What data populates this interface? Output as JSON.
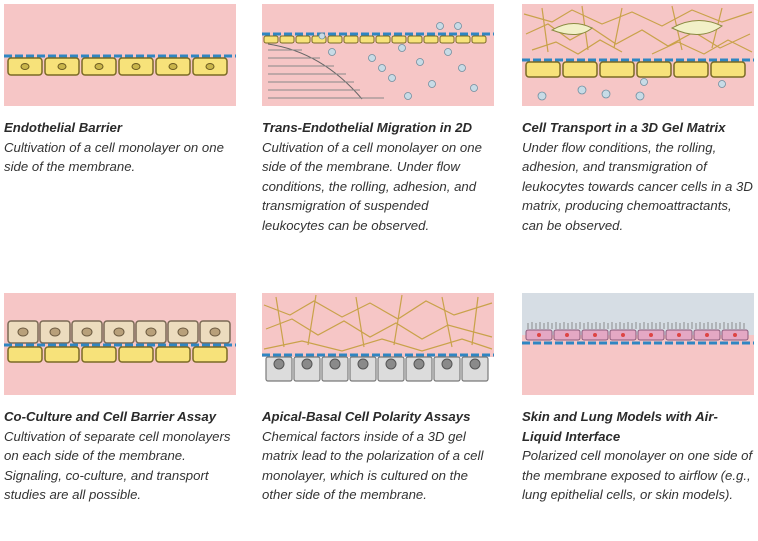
{
  "cards": [
    {
      "title": "Endothelial Barrier",
      "description": "Cultivation of a cell monolayer on one side of the membrane."
    },
    {
      "title": "Trans-Endothelial Migration in 2D",
      "description": "Cultivation of a cell monolayer on one side of the membrane. Under flow conditions, the rolling, adhesion, and transmigration of suspended leukocytes can be observed."
    },
    {
      "title": "Cell Transport in a 3D Gel Matrix",
      "description": "Under flow conditions, the rolling, adhesion, and transmigration of leukocytes towards cancer cells in a 3D matrix, producing chemoattractants, can be observed."
    },
    {
      "title": "Co-Culture and Cell Barrier Assay",
      "description": "Cultivation of separate cell monolayers on each side of the membrane. Signaling, co-culture, and transport studies are all possible."
    },
    {
      "title": "Apical-Basal Cell Polarity Assays",
      "description": "Chemical factors inside of a 3D gel matrix lead to the polarization of a cell monolayer, which is cultured on the other side of the membrane."
    },
    {
      "title": "Skin and Lung Models with Air-Liquid Interface",
      "description": "Polarized cell monolayer on one side of the membrane exposed to airflow (e.g., lung epithelial cells, or skin models)."
    }
  ],
  "colors": {
    "medium": "#f6c6c6",
    "membrane": "#2f86c2",
    "cell_yellow": "#f7e27a",
    "cell_border": "#7a6a25",
    "cell_tan": "#ecdcbe",
    "gel_fiber": "#c9a24a",
    "leukocyte": "#c7dbe6",
    "air": "#d6dde4",
    "basal_cell": "#dcdcdc"
  }
}
